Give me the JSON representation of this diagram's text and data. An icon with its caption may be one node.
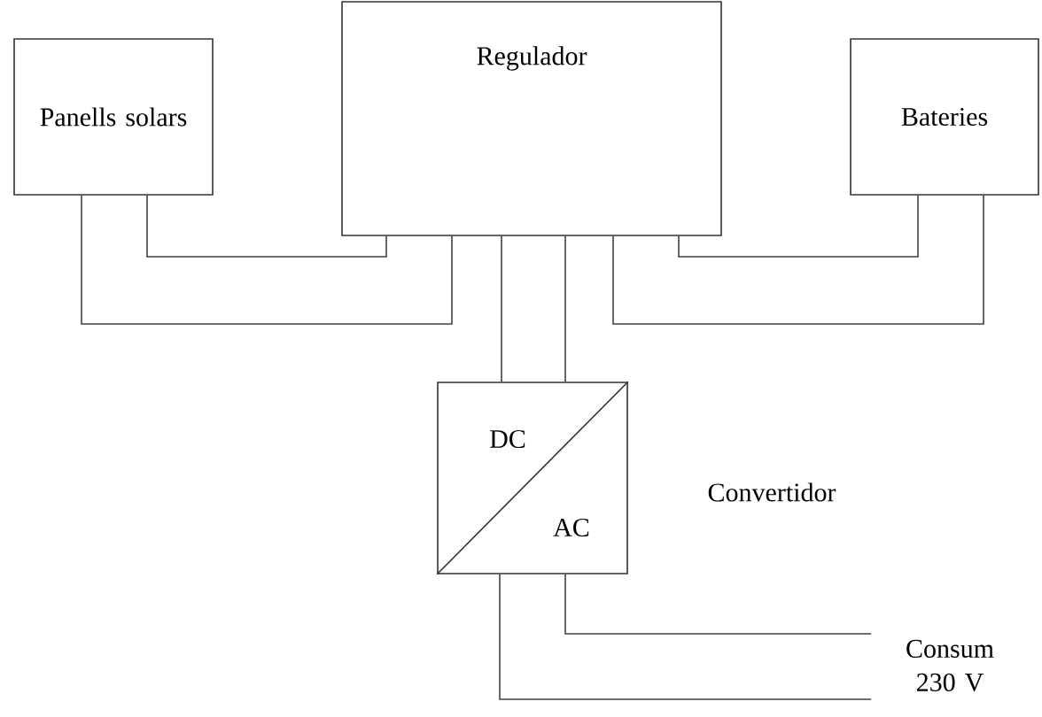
{
  "diagram": {
    "nodes": [
      {
        "text": [
          "Panells solars"
        ]
      },
      {
        "text": [
          "Regulador"
        ]
      },
      {
        "text": [
          "Bateries"
        ]
      },
      {
        "text": [
          "DC",
          "AC"
        ],
        "beside": [
          "Convertidor"
        ]
      },
      {
        "text": [
          "Consum 230 V"
        ]
      }
    ],
    "edges": [
      {
        "from": 0,
        "to": 1,
        "arrow": "none"
      },
      {
        "from": 0,
        "to": 1,
        "arrow": "none"
      },
      {
        "from": 1,
        "to": 2,
        "arrow": "none"
      },
      {
        "from": 1,
        "to": 2,
        "arrow": "none"
      },
      {
        "from": 1,
        "to": 3,
        "arrow": "none"
      },
      {
        "from": 1,
        "to": 3,
        "arrow": "none"
      },
      {
        "from": 3,
        "to": 4,
        "arrow": "none"
      },
      {
        "from": 3,
        "to": 4,
        "arrow": "none"
      }
    ]
  }
}
